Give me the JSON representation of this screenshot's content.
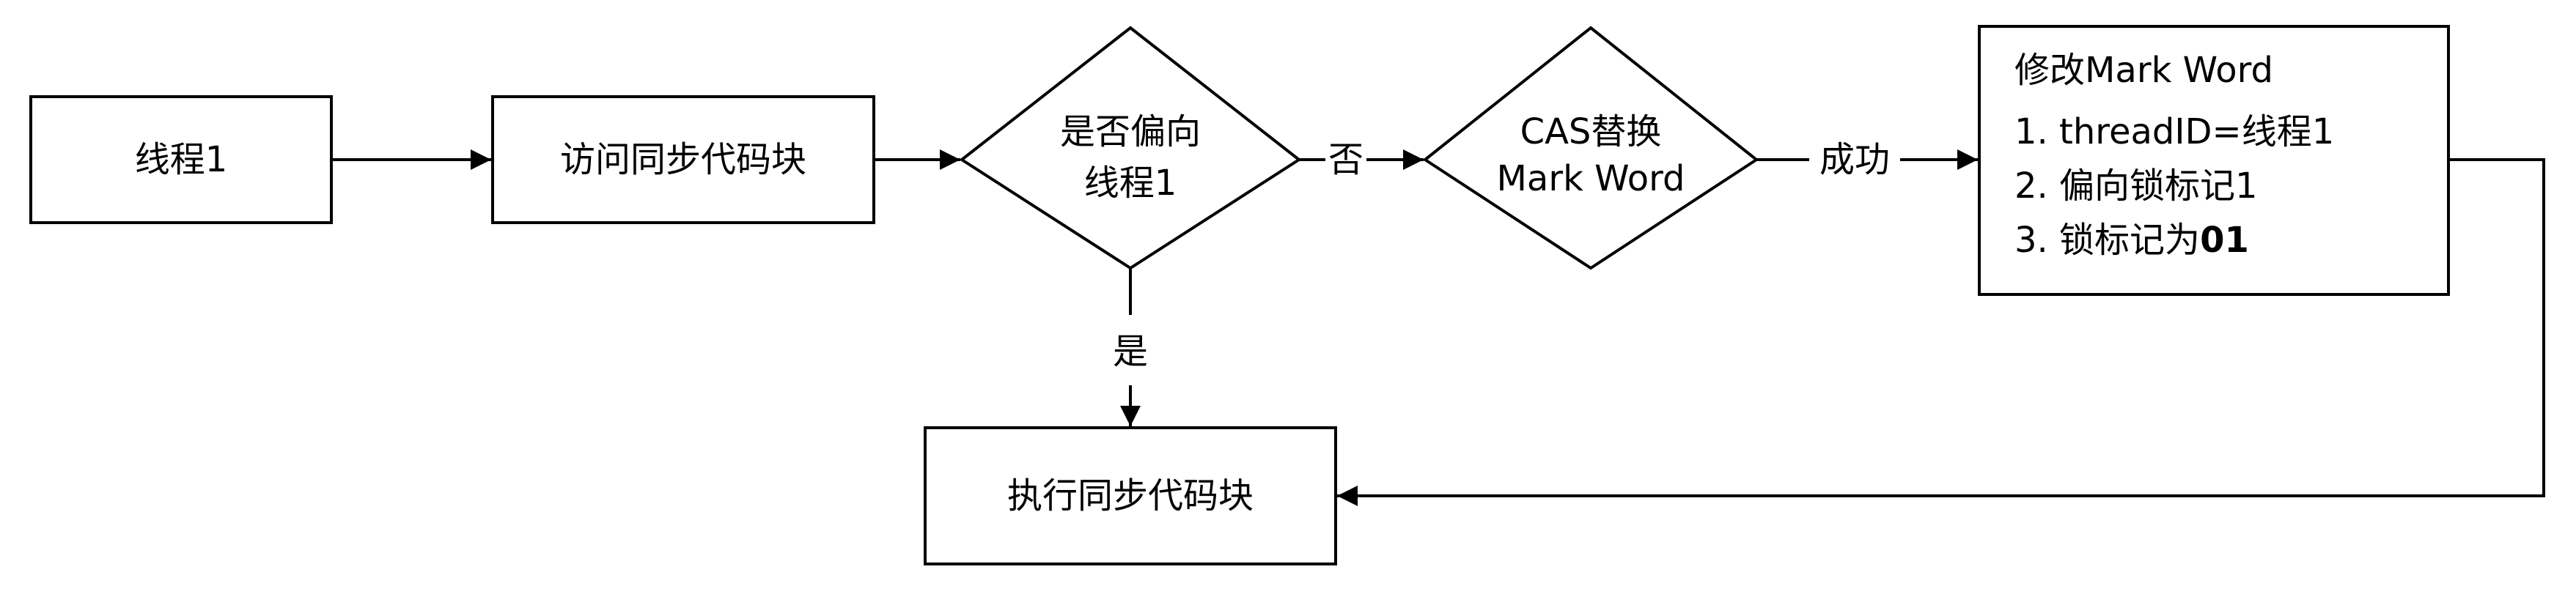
{
  "nodes": {
    "thread1": {
      "label": "线程1"
    },
    "access_sync_block": {
      "label": "访问同步代码块"
    },
    "is_biased_decision": {
      "line1": "是否偏向",
      "line2": "线程1"
    },
    "cas_decision": {
      "line1": "CAS替换",
      "line2": "Mark Word"
    },
    "modify_mark_word": {
      "title": "修改Mark Word",
      "item1": "1. threadID=线程1",
      "item2": "2. 偏向锁标记1",
      "item3_prefix": "3. 锁标记为",
      "item3_value": "01"
    },
    "execute_sync_block": {
      "label": "执行同步代码块"
    }
  },
  "edges": {
    "no_label": "否",
    "yes_label": "是",
    "success_label": "成功"
  },
  "colors": {
    "stroke": "#000000",
    "fill": "#ffffff",
    "text": "#000000"
  }
}
